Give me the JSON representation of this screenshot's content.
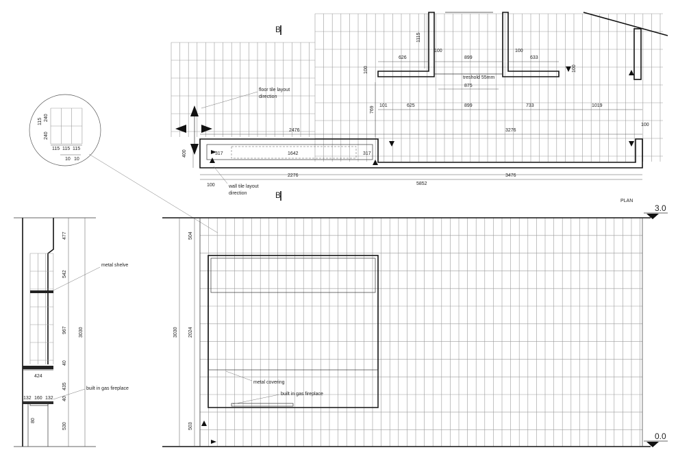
{
  "plan": {
    "title": "PLAN",
    "section_mark": "B",
    "dims_top": {
      "d1115": "1115",
      "d100a": "100",
      "d626": "626",
      "d899a": "899",
      "d100b": "100",
      "d633": "633",
      "d100c": "100",
      "d100d": "100",
      "threshold": "treshold 55mm",
      "d875": "875",
      "d769": "769",
      "d101": "101",
      "d625": "625",
      "d899b": "899",
      "d733": "733",
      "d1019": "1019"
    },
    "dims_main": {
      "d2476": "2476",
      "d3276": "3276",
      "d100e": "100",
      "d400": "400",
      "d317a": "317",
      "d1642": "1642",
      "d317b": "317",
      "d2276": "2276",
      "d3476": "3476",
      "d100f": "100",
      "d5852": "5852"
    },
    "notes": {
      "floor_tile": [
        "floor tile layout",
        "direction"
      ],
      "wall_tile": [
        "wall tile layout",
        "direction"
      ]
    }
  },
  "detail": {
    "d115": "115",
    "d240a": "240",
    "d240b": "240",
    "widths": [
      "115",
      "115",
      "115"
    ],
    "joints": [
      "10",
      "10"
    ]
  },
  "section": {
    "dims": {
      "d477": "477",
      "d542": "542",
      "d967": "967",
      "d40a": "40",
      "d435": "435",
      "d40b": "40",
      "d530": "530",
      "d3030": "3030",
      "d424": "424",
      "d132a": "132",
      "d160": "160",
      "d132b": "132",
      "d80": "80"
    },
    "notes": {
      "shelve": "metal shelve",
      "fireplace": "built in gas fireplace"
    }
  },
  "elevation": {
    "dims": {
      "d504": "504",
      "d3030": "3030",
      "d2024": "2024",
      "d503": "503"
    },
    "notes": {
      "covering": "metal covering",
      "fireplace": "built in gas fireplace"
    },
    "levels": {
      "top": "3.0",
      "bottom": "0.0"
    }
  }
}
